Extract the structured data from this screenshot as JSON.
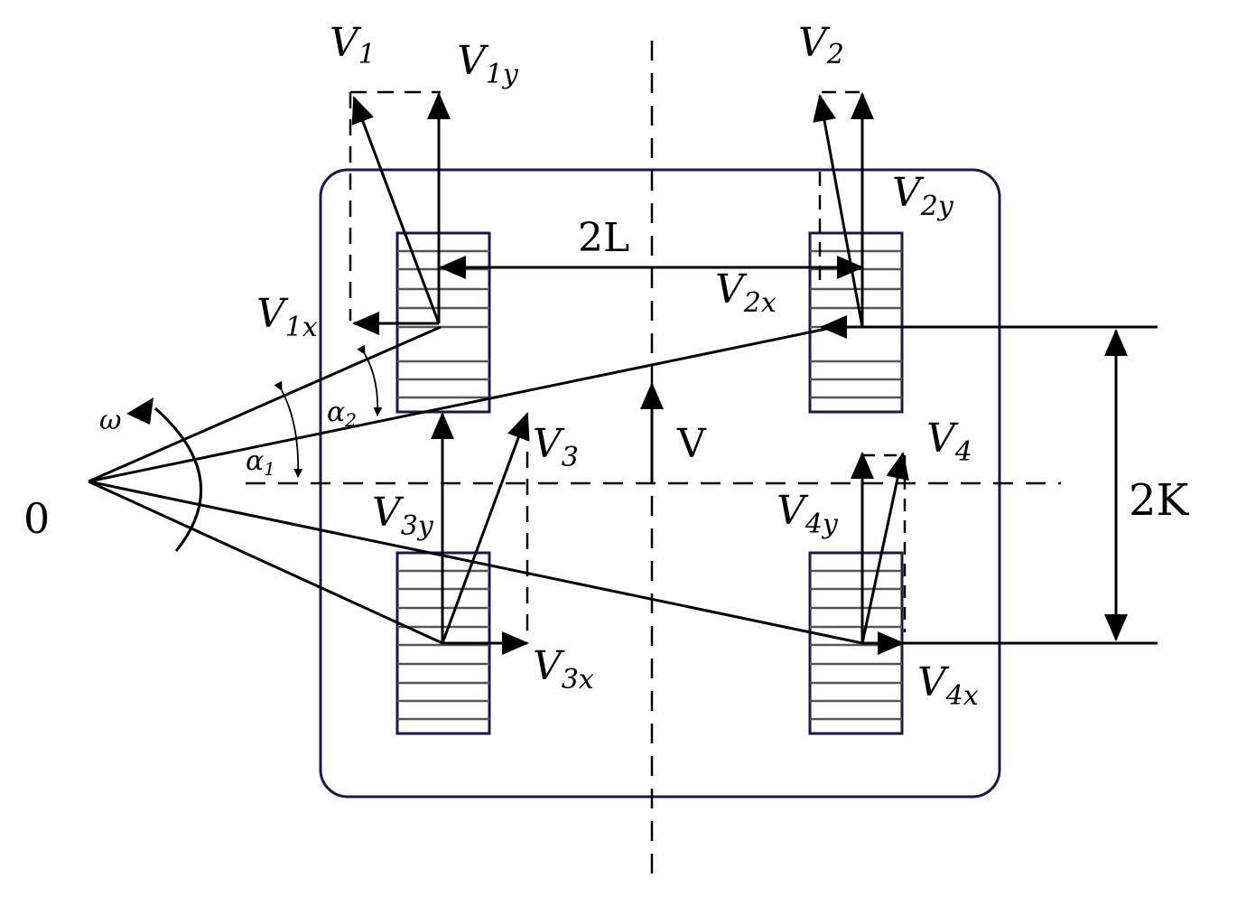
{
  "colors": {
    "stroke": "#000000",
    "frame": "#1a1a4a",
    "wheel": "#1a1a4a",
    "background": "#ffffff"
  },
  "labels": {
    "origin": "0",
    "omega": "ω",
    "v1": {
      "main": "V",
      "sub": "1"
    },
    "v1y": {
      "main": "V",
      "sub": "1y"
    },
    "v1x": {
      "main": "V",
      "sub": "1x"
    },
    "v2": {
      "main": "V",
      "sub": "2"
    },
    "v2y": {
      "main": "V",
      "sub": "2y"
    },
    "v2x": {
      "main": "V",
      "sub": "2x"
    },
    "v3": {
      "main": "V",
      "sub": "3"
    },
    "v3y": {
      "main": "V",
      "sub": "3y"
    },
    "v3x": {
      "main": "V",
      "sub": "3x"
    },
    "v4": {
      "main": "V",
      "sub": "4"
    },
    "v4y": {
      "main": "V",
      "sub": "4y"
    },
    "v4x": {
      "main": "V",
      "sub": "4x"
    },
    "v": "V",
    "two_l": "2L",
    "two_k": "2K",
    "alpha1": {
      "main": "α",
      "sub": "1"
    },
    "alpha2": {
      "main": "α",
      "sub": "2"
    }
  }
}
